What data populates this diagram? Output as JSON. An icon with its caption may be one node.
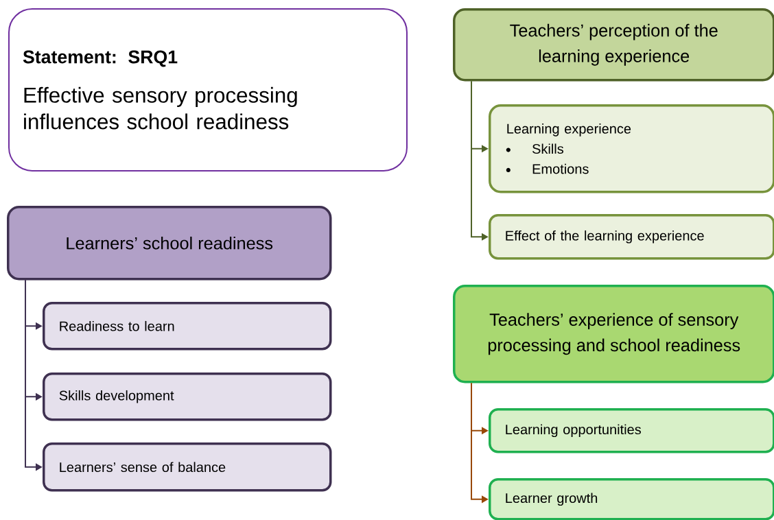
{
  "diagram": {
    "nodes": [
      {
        "text": [
          "Statement: SRQ1",
          "Effective sensory processing influences school readiness"
        ]
      },
      {
        "text": [
          "Learners’ school readiness"
        ]
      },
      {
        "text": [
          "Readiness to learn"
        ]
      },
      {
        "text": [
          "Skills development"
        ]
      },
      {
        "text": [
          "Learners’ sense of balance"
        ]
      },
      {
        "text": [
          "Teachers’ perception of the learning experience"
        ]
      },
      {
        "text": [
          "Learning experience",
          "Skills",
          "Emotions"
        ]
      },
      {
        "text": [
          "Effect of the learning experience"
        ]
      },
      {
        "text": [
          "Teachers’ experience of sensory processing and school readiness"
        ]
      },
      {
        "text": [
          "Learning opportunities"
        ]
      },
      {
        "text": [
          "Learner growth"
        ]
      }
    ],
    "edges": [
      {
        "from": 1,
        "to": 2,
        "arrow": "to",
        "color": "#3f3151"
      },
      {
        "from": 1,
        "to": 3,
        "arrow": "to",
        "color": "#3f3151"
      },
      {
        "from": 1,
        "to": 4,
        "arrow": "to",
        "color": "#3f3151"
      },
      {
        "from": 5,
        "to": 6,
        "arrow": "to",
        "color": "#4f6228"
      },
      {
        "from": 5,
        "to": 7,
        "arrow": "to",
        "color": "#4f6228"
      },
      {
        "from": 8,
        "to": 9,
        "arrow": "to",
        "color": "#984807"
      },
      {
        "from": 8,
        "to": 10,
        "arrow": "to",
        "color": "#984807"
      }
    ]
  }
}
